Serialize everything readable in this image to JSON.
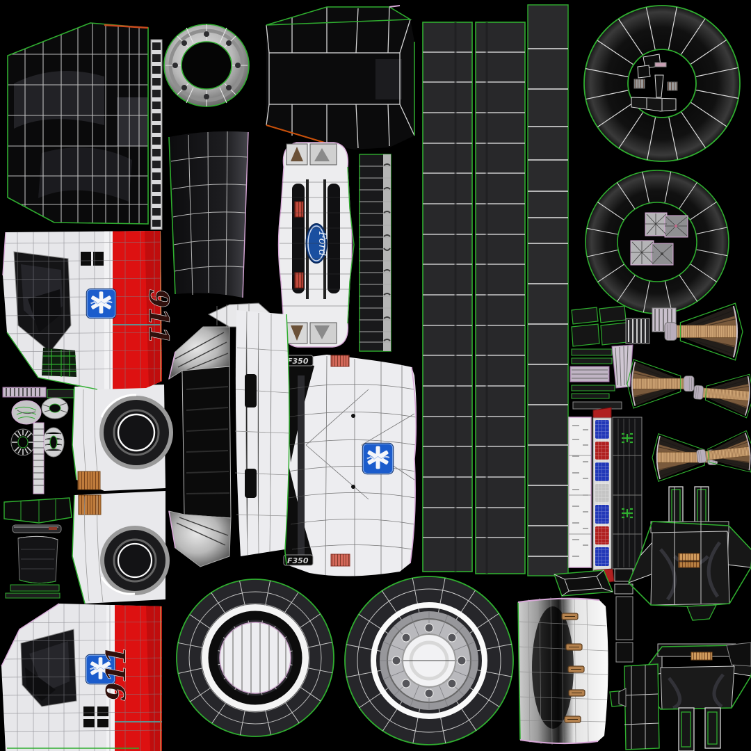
{
  "app": {
    "type": "uv-texture-atlas",
    "subject": "ambulance-truck-3d-model",
    "canvas": "1080x1080",
    "background": "#000000"
  },
  "labels": {
    "unit_number": "911",
    "ford_logo": "Ford",
    "model_badge": "F350"
  },
  "icons": {
    "star_of_life": "star-of-life-icon",
    "ford_oval": "ford-oval-icon"
  },
  "colors": {
    "background": "#000000",
    "uv_seam_green": "#2fae2f",
    "uv_seam_pink": "#d8a8d8",
    "body_white": "#e9e9ec",
    "stripe_red": "#dd1111",
    "star_of_life_blue": "#1b5ccc",
    "ford_blue": "#1a4fa0",
    "wireframe_gray": "#c9c9c9",
    "panel_dark": "#28282a",
    "hinge_brass": "#b5824e",
    "tread_brown": "#7a5a3c",
    "marker_orange": "#cf9a5c",
    "lightbar_blue": "#2238b8",
    "lightbar_red": "#b02020",
    "teal_seam": "#3ab9b9",
    "orange_seam": "#c8643c"
  },
  "parts": [
    "windshield",
    "windshield-trim-strip",
    "wheel-hub-ring",
    "cab-back-curved-panel",
    "cab-roof",
    "front-grille",
    "grille-slat-strip",
    "hood",
    "box-panel-strip-1",
    "box-panel-strip-2",
    "box-panel-strip-3",
    "tire-tread-circle",
    "tire-sidewall-circle",
    "hubcap-squares",
    "small-parts-column",
    "fender-arch-panels",
    "cab-side-upper",
    "cab-side-lower",
    "front-bumper",
    "emergency-light-bar",
    "interior-tread-fans",
    "seat-back-1",
    "seat-back-2",
    "rear-door-hinge-panel",
    "door-frame-outlines",
    "whitewall-tire",
    "wheel-face"
  ]
}
